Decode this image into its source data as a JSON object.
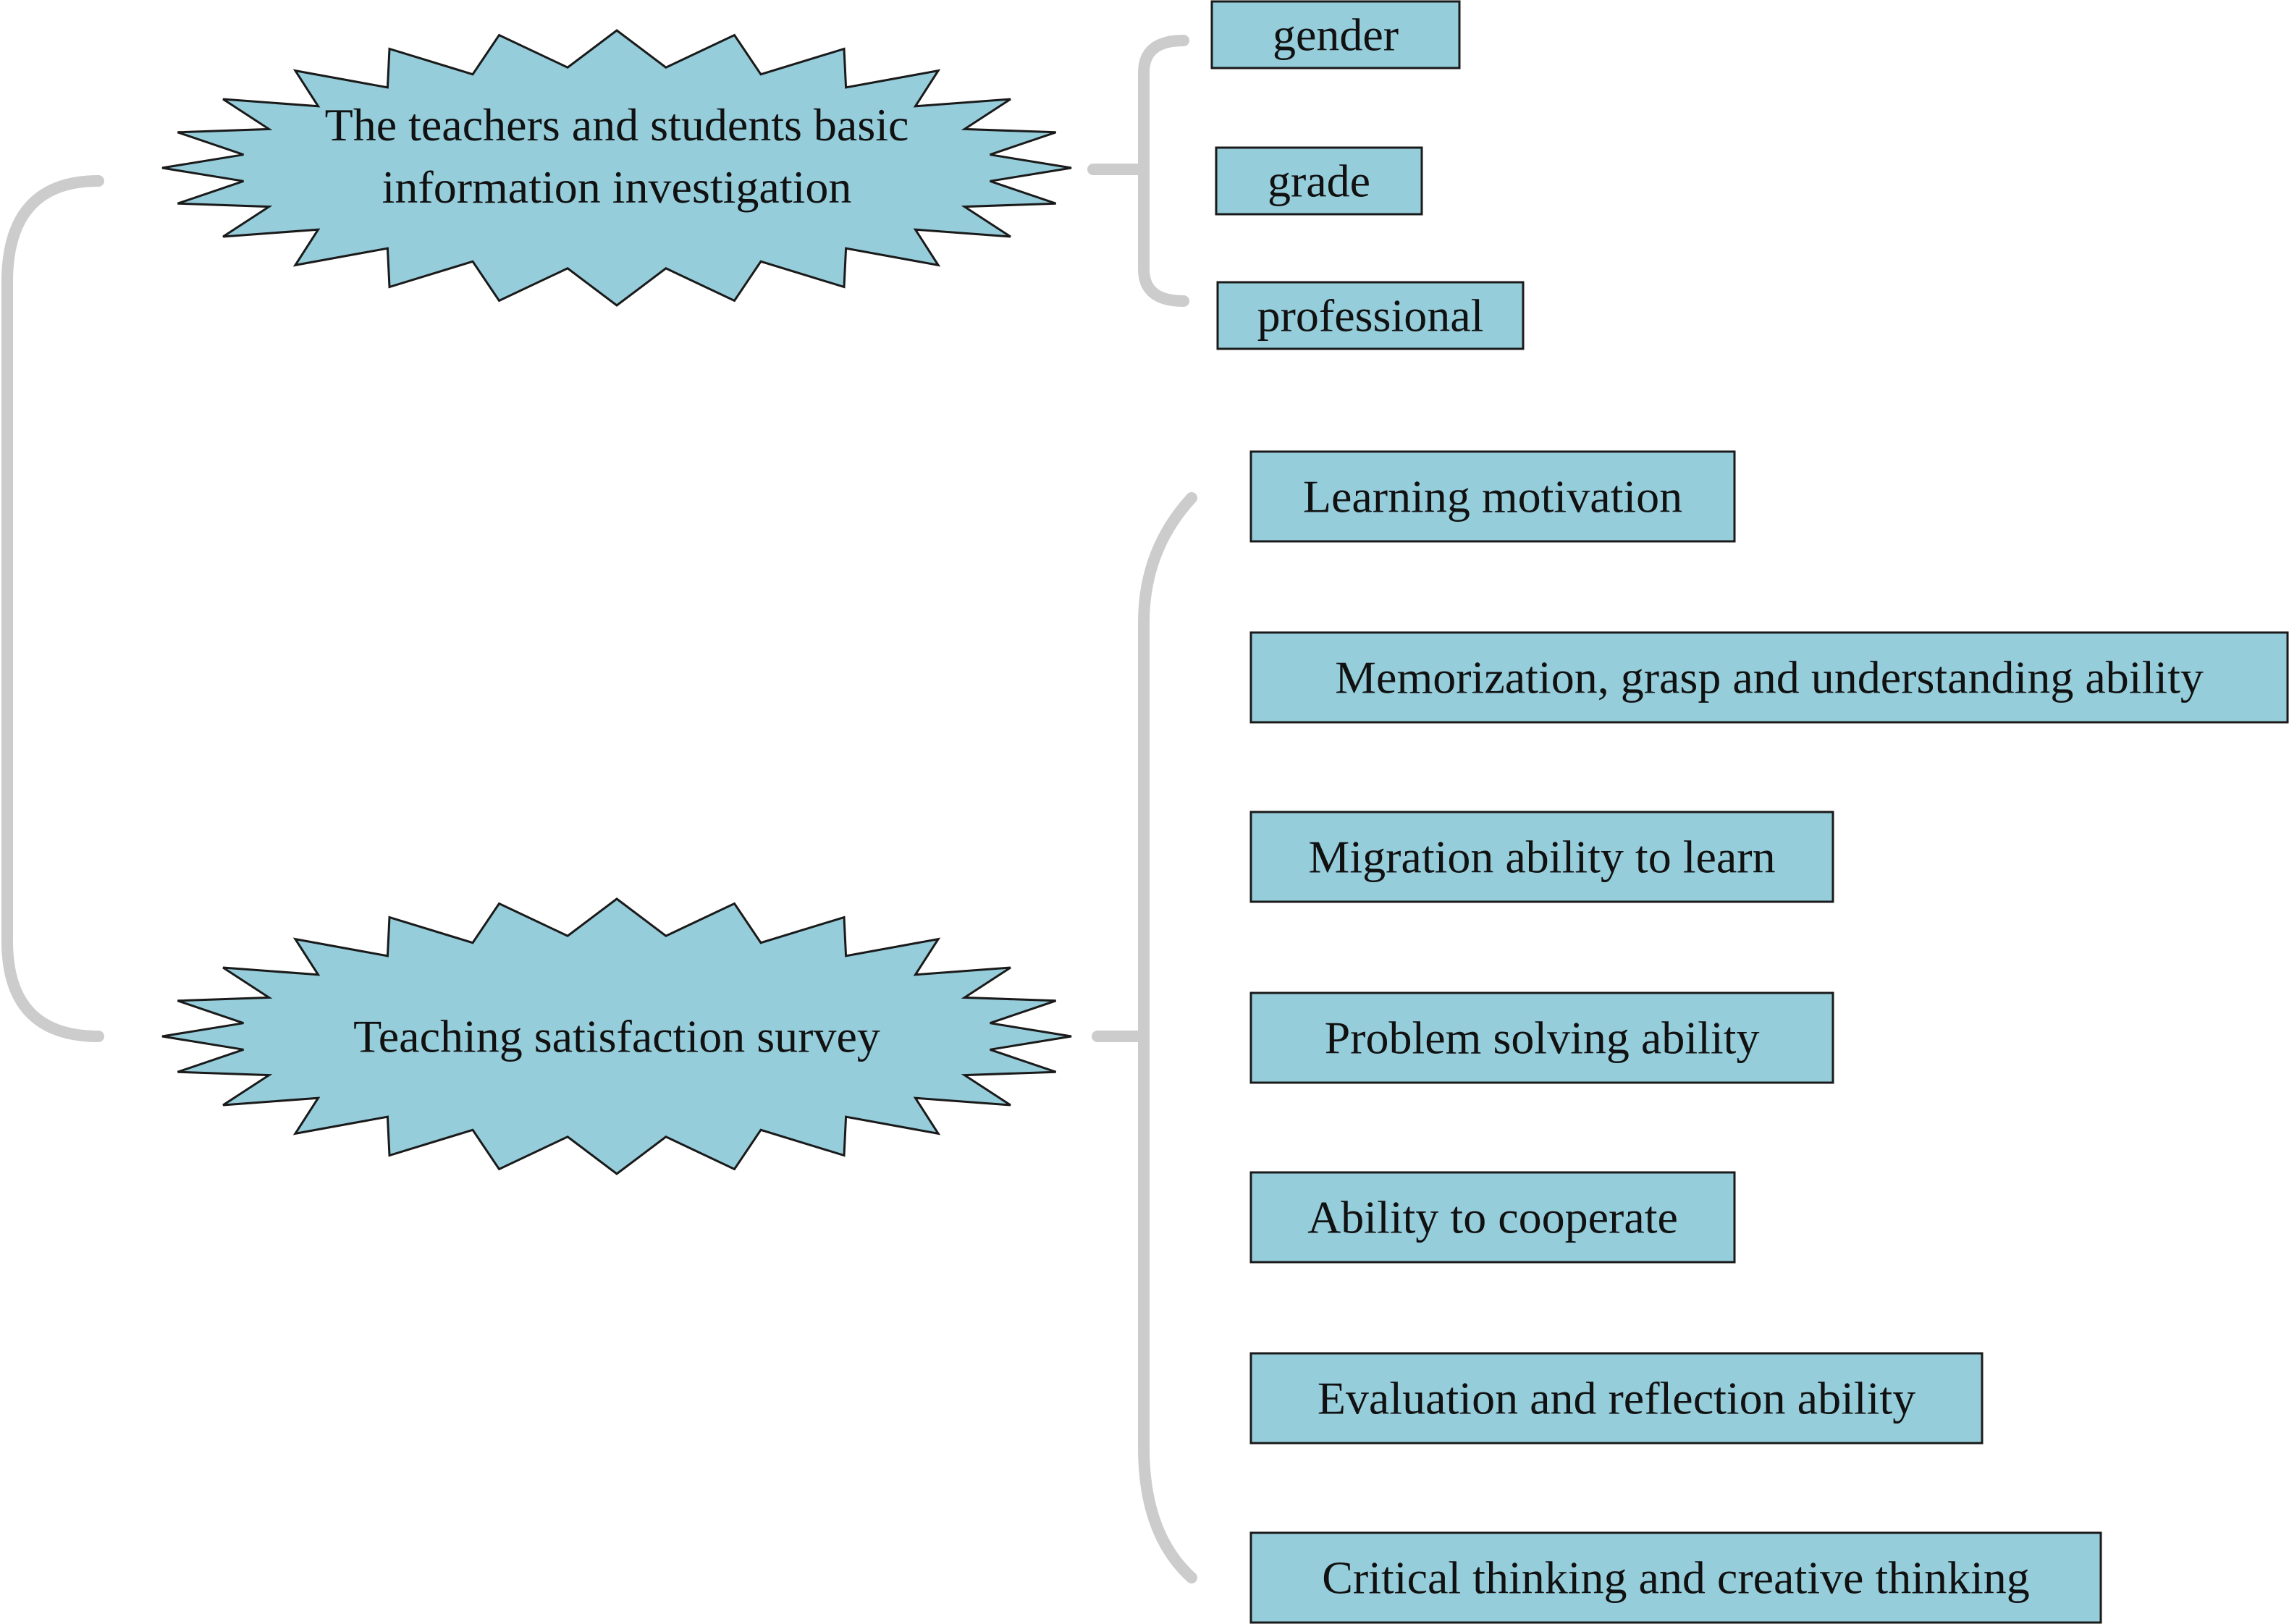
{
  "main_nodes": {
    "basic_info": {
      "line1": "The teachers and students basic",
      "line2": "information investigation"
    },
    "satisfaction": {
      "label": "Teaching satisfaction survey"
    }
  },
  "basic_info_items": [
    "gender",
    "grade",
    "professional"
  ],
  "satisfaction_items": [
    "Learning motivation",
    "Memorization, grasp and understanding ability",
    "Migration ability to learn",
    "Problem solving ability",
    "Ability to cooperate",
    "Evaluation and reflection ability",
    "Critical thinking and creative thinking"
  ],
  "colors": {
    "node_fill": "#96cddb",
    "node_stroke": "#1a1a1a",
    "connector": "#cccccc"
  }
}
